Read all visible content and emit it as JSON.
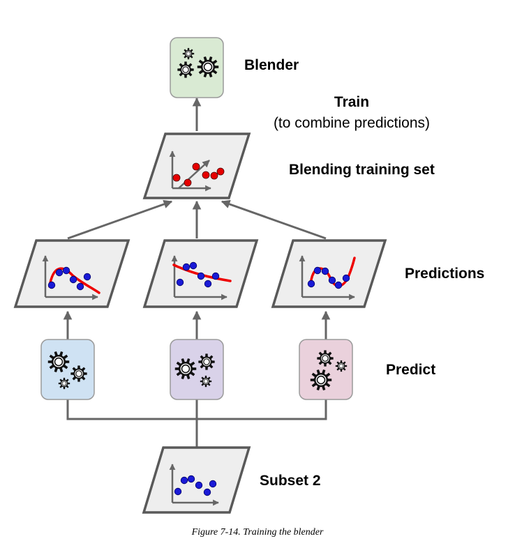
{
  "labels": {
    "blender": "Blender",
    "train_title": "Train",
    "train_subtitle": "(to combine predictions)",
    "blending_training_set": "Blending training set",
    "predictions": "Predictions",
    "predict": "Predict",
    "subset": "Subset 2"
  },
  "caption": "Figure 7-14. Training the blender",
  "colors": {
    "blender_box": "#d9ead3",
    "predictor_1": "#cfe2f3",
    "predictor_2": "#d9d2e9",
    "predictor_3": "#ead1dc",
    "line": "#666666",
    "curve": "#ee0000",
    "point_blue": "#1a1ad6",
    "point_red": "#e60000"
  },
  "icons": [
    "gears-icon",
    "scatter-plot-icon",
    "upward-arrow-icon"
  ]
}
